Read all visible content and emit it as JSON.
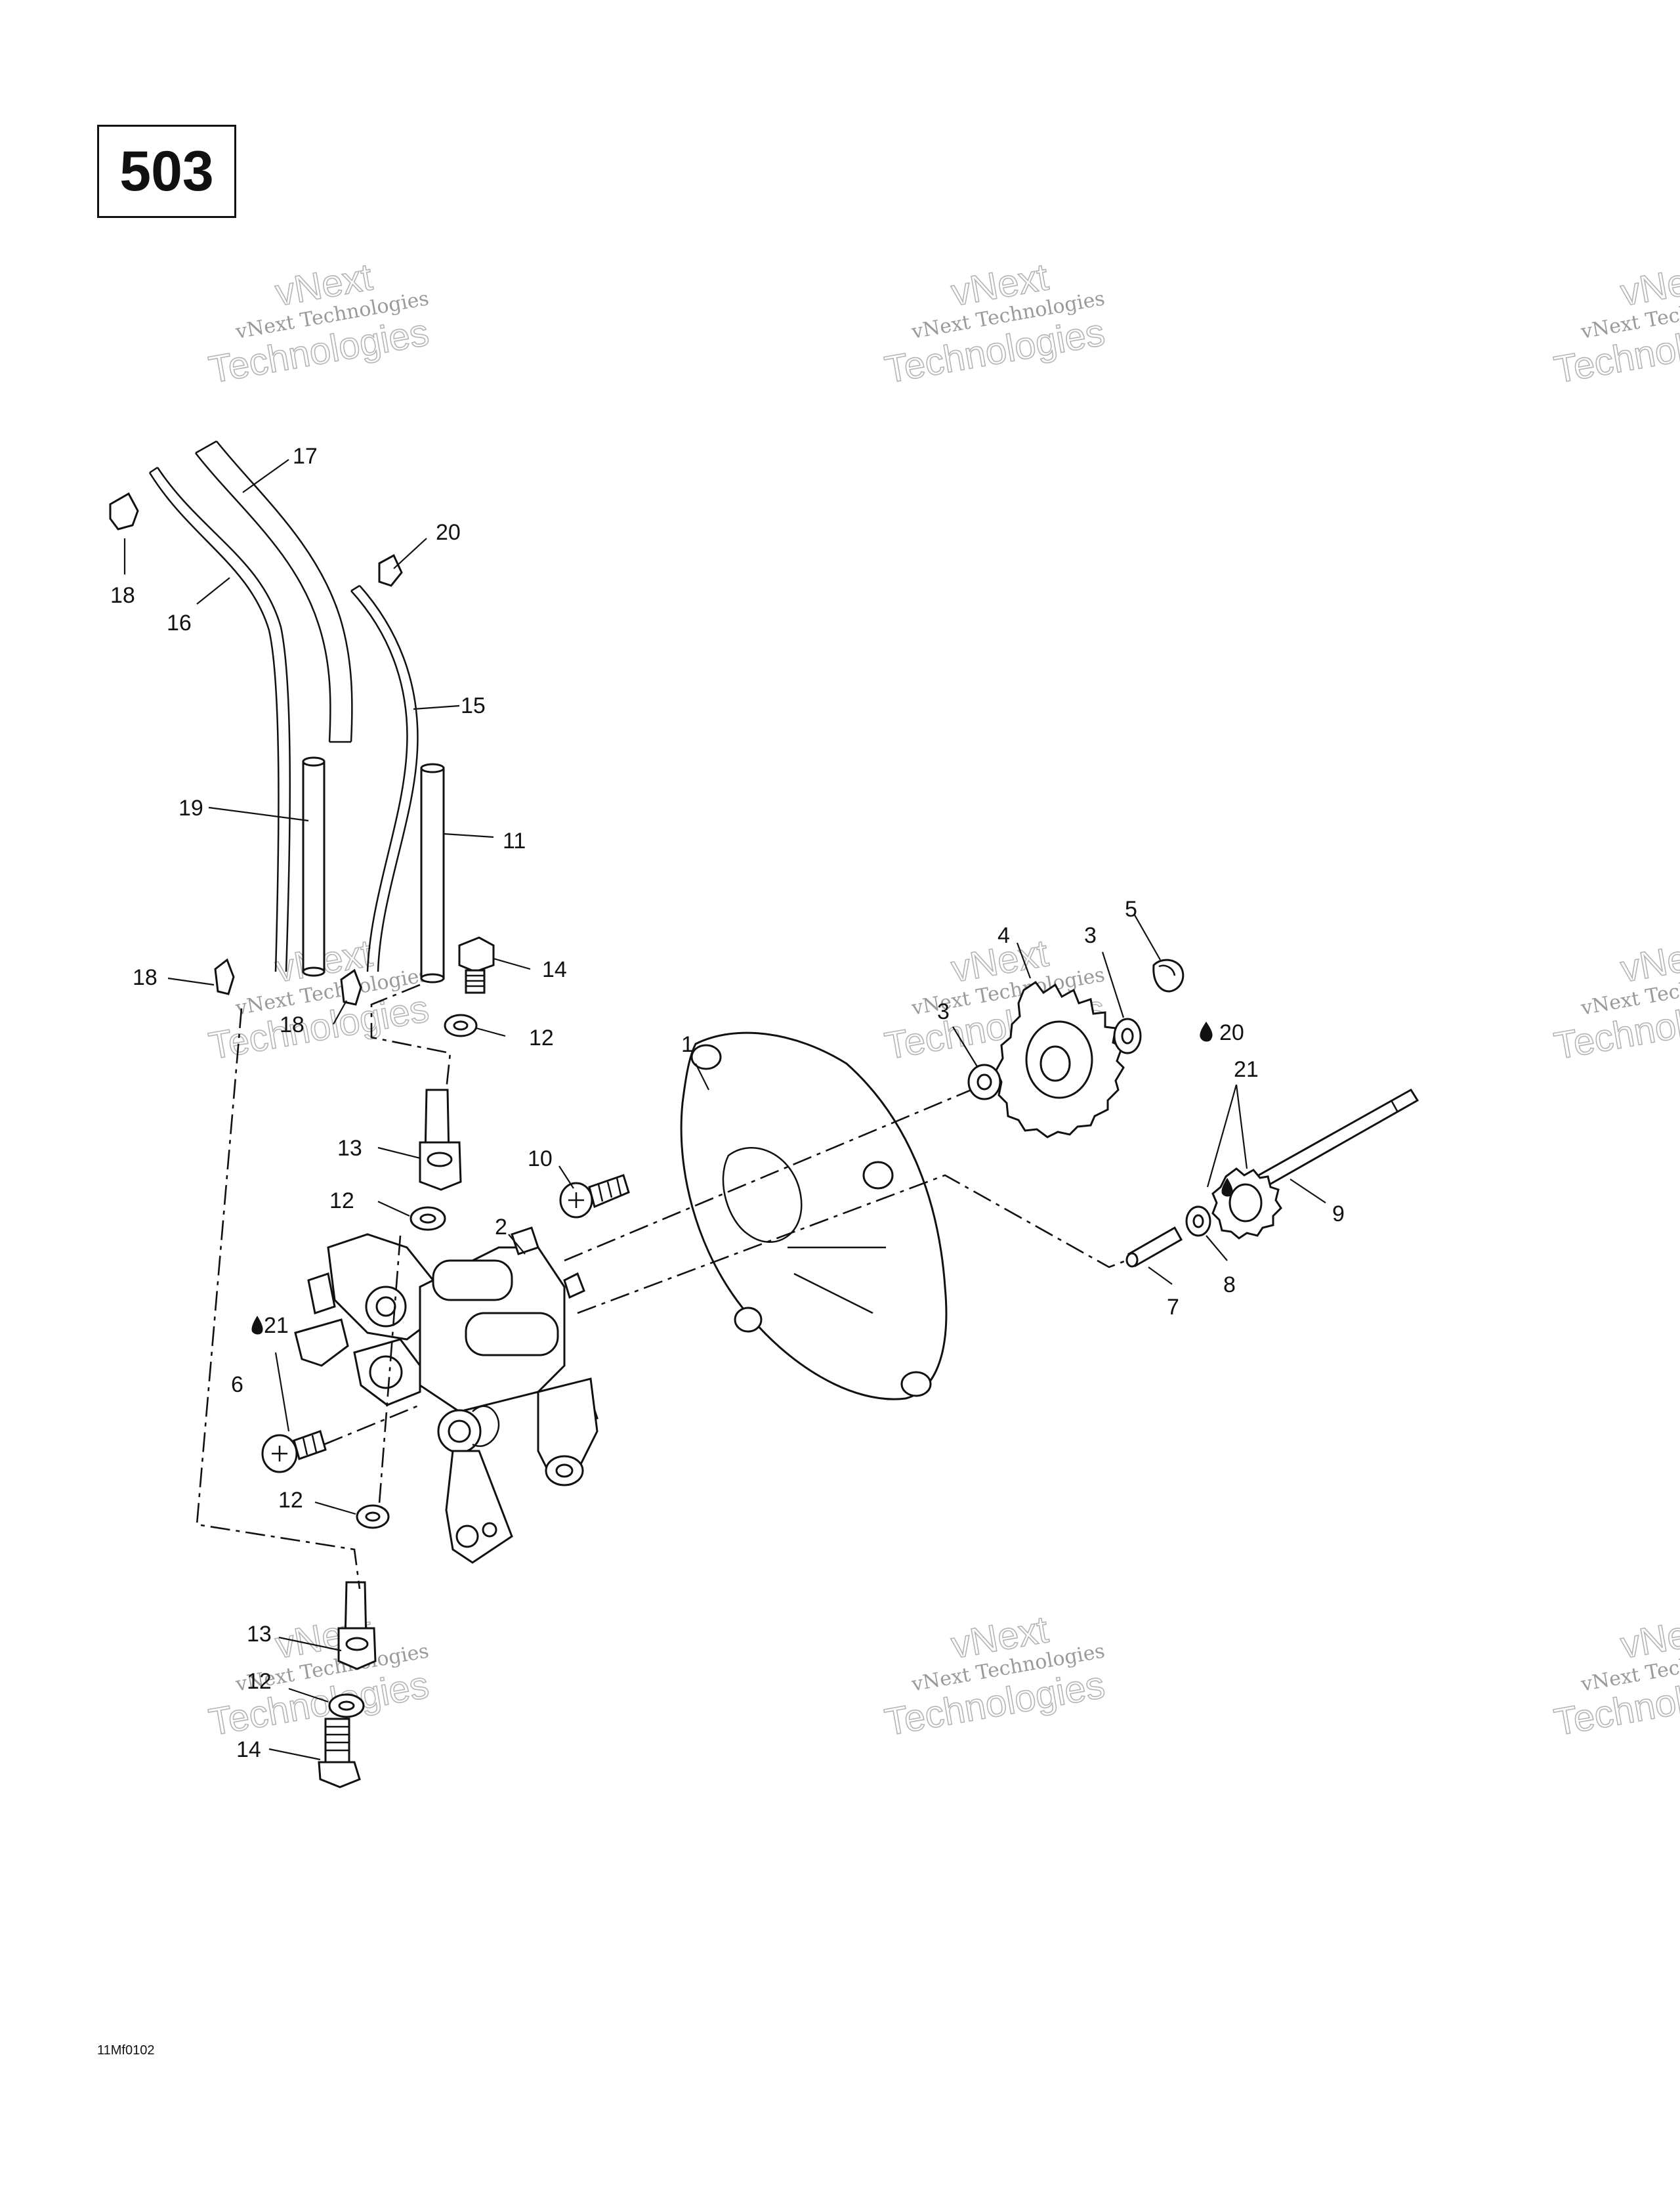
{
  "page": {
    "number": "503",
    "drawing_code": "11Mf0102"
  },
  "watermark": {
    "line1": "vNext",
    "line2": "vNext Technologies",
    "line3": "Technologies"
  },
  "callouts": [
    {
      "id": "c17",
      "text": "17"
    },
    {
      "id": "c20a",
      "text": "20"
    },
    {
      "id": "c18a",
      "text": "18"
    },
    {
      "id": "c16",
      "text": "16"
    },
    {
      "id": "c15",
      "text": "15"
    },
    {
      "id": "c19",
      "text": "19"
    },
    {
      "id": "c11",
      "text": "11"
    },
    {
      "id": "c14a",
      "text": "14"
    },
    {
      "id": "c18b",
      "text": "18"
    },
    {
      "id": "c18c",
      "text": "18"
    },
    {
      "id": "c12a",
      "text": "12"
    },
    {
      "id": "c4",
      "text": "4"
    },
    {
      "id": "c3a",
      "text": "3"
    },
    {
      "id": "c5",
      "text": "5"
    },
    {
      "id": "c3b",
      "text": "3"
    },
    {
      "id": "c20b",
      "text": "20"
    },
    {
      "id": "c1",
      "text": "1"
    },
    {
      "id": "c10",
      "text": "10"
    },
    {
      "id": "c13a",
      "text": "13"
    },
    {
      "id": "c21a",
      "text": "21"
    },
    {
      "id": "c12b",
      "text": "12"
    },
    {
      "id": "c2",
      "text": "2"
    },
    {
      "id": "c9",
      "text": "9"
    },
    {
      "id": "c8",
      "text": "8"
    },
    {
      "id": "c7",
      "text": "7"
    },
    {
      "id": "c21b",
      "text": "21"
    },
    {
      "id": "c6",
      "text": "6"
    },
    {
      "id": "c12c",
      "text": "12"
    },
    {
      "id": "c13b",
      "text": "13"
    },
    {
      "id": "c12d",
      "text": "12"
    },
    {
      "id": "c14b",
      "text": "14"
    }
  ]
}
